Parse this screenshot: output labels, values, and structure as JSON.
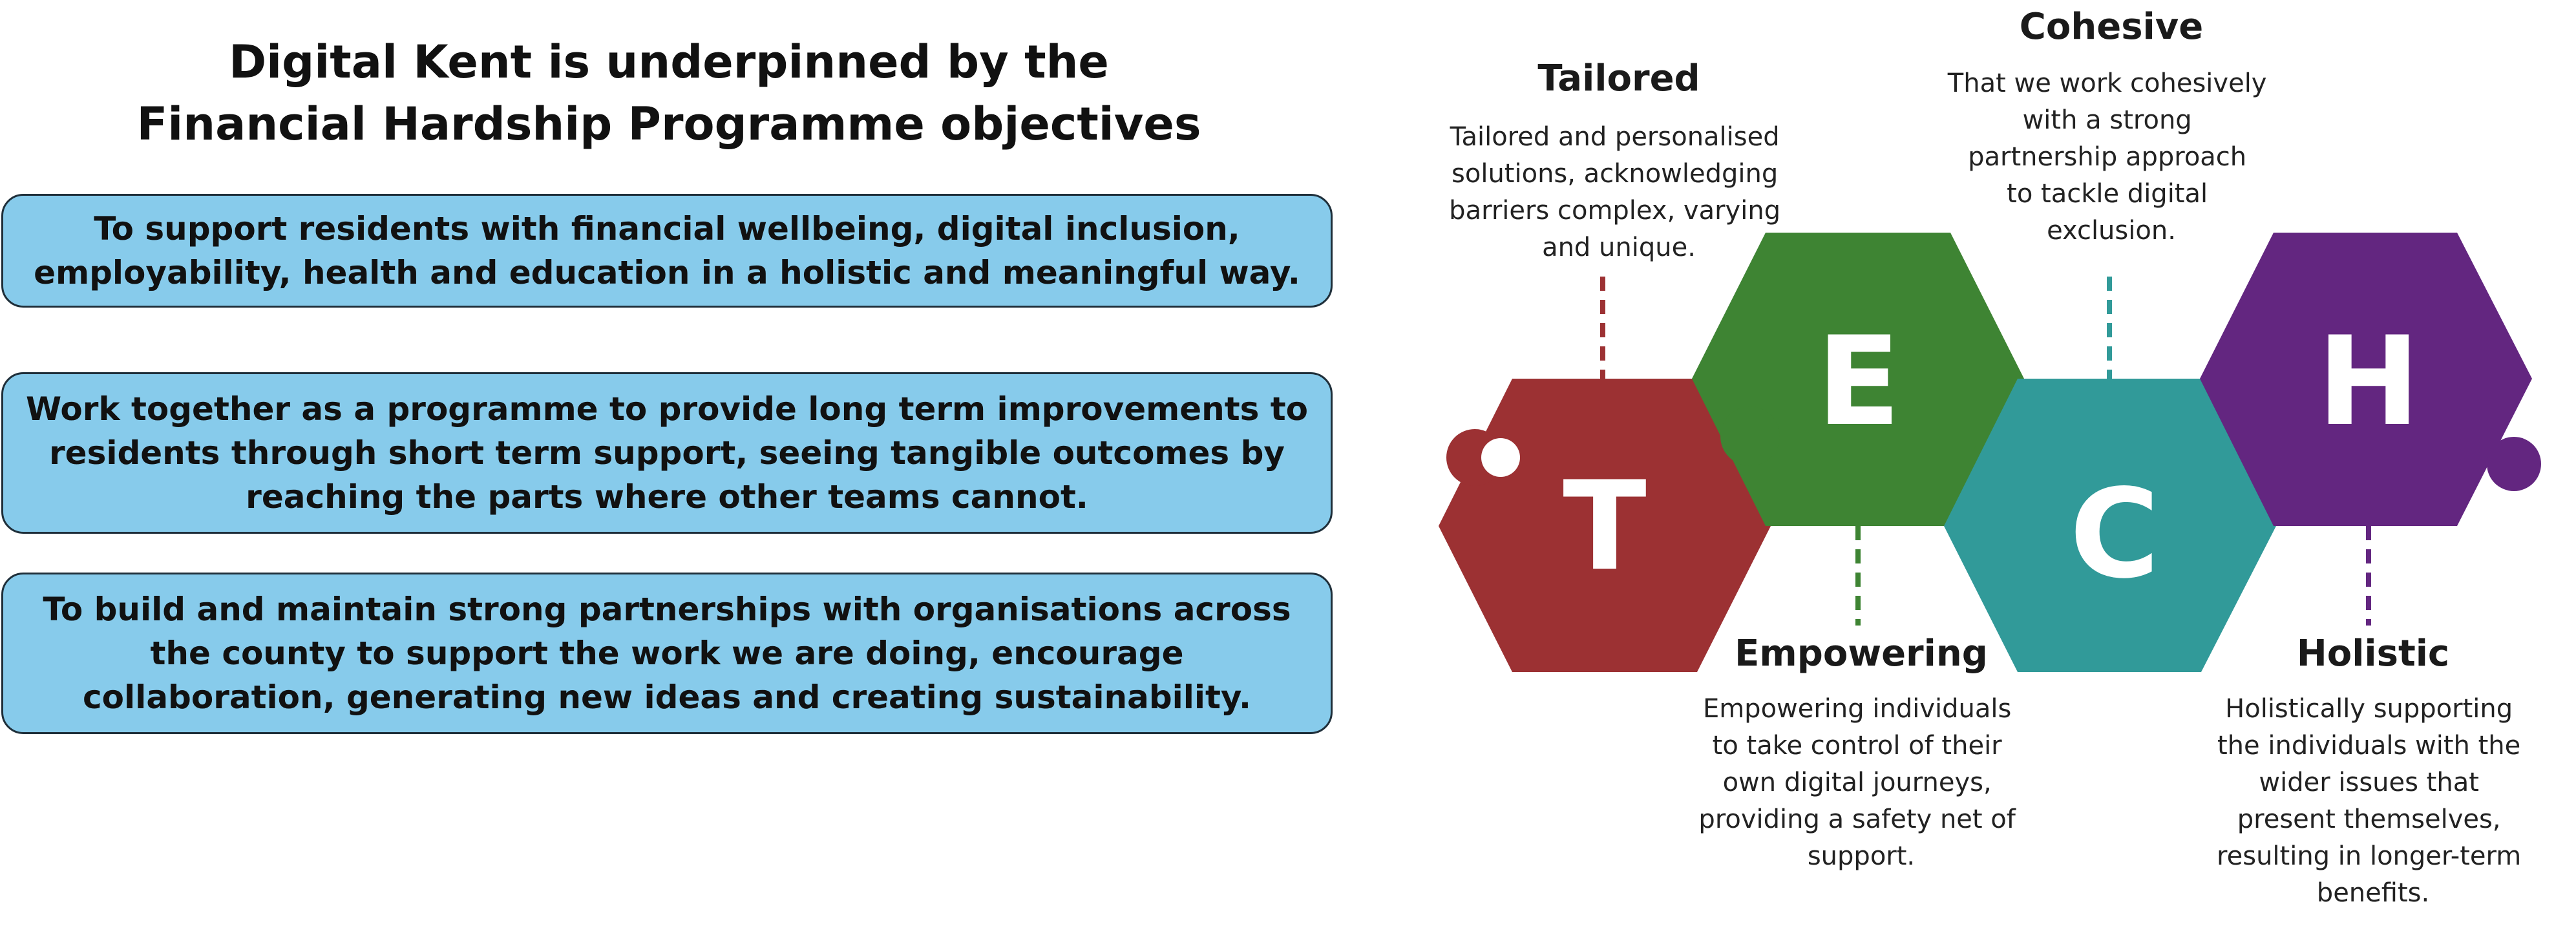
{
  "title": {
    "line1": "Digital Kent is underpinned by the",
    "line2": "Financial Hardship Programme objectives"
  },
  "objectives": [
    "To support residents with financial wellbeing, digital inclusion, employability, health and education in a holistic and meaningful way.",
    "Work together as a programme to provide long term improvements to residents through short term support, seeing tangible outcomes by reaching the parts where other teams cannot.",
    "To build and maintain strong partnerships with organisations across the county to support the work we are doing, encourage collaboration, generating new ideas and creating sustainability."
  ],
  "tech": [
    {
      "letter": "T",
      "heading": "Tailored",
      "color": "#9C3133",
      "description": [
        "Tailored and personalised",
        "solutions, acknowledging",
        "barriers complex, varying",
        "and unique."
      ]
    },
    {
      "letter": "E",
      "heading": "Empowering",
      "color": "#3E8433",
      "description": [
        "Empowering individuals",
        "to take control of their",
        "own digital journeys,",
        "providing a safety net of",
        "support."
      ]
    },
    {
      "letter": "C",
      "heading": "Cohesive",
      "color": "#319A99",
      "description": [
        "That we work cohesively",
        "with a strong",
        "partnership approach",
        "to tackle digital",
        "exclusion."
      ]
    },
    {
      "letter": "H",
      "heading": "Holistic",
      "color": "#632680",
      "description": [
        "Holistically supporting",
        "the individuals with the",
        "wider issues that",
        "present themselves,",
        "resulting in longer-term",
        "benefits."
      ]
    }
  ]
}
